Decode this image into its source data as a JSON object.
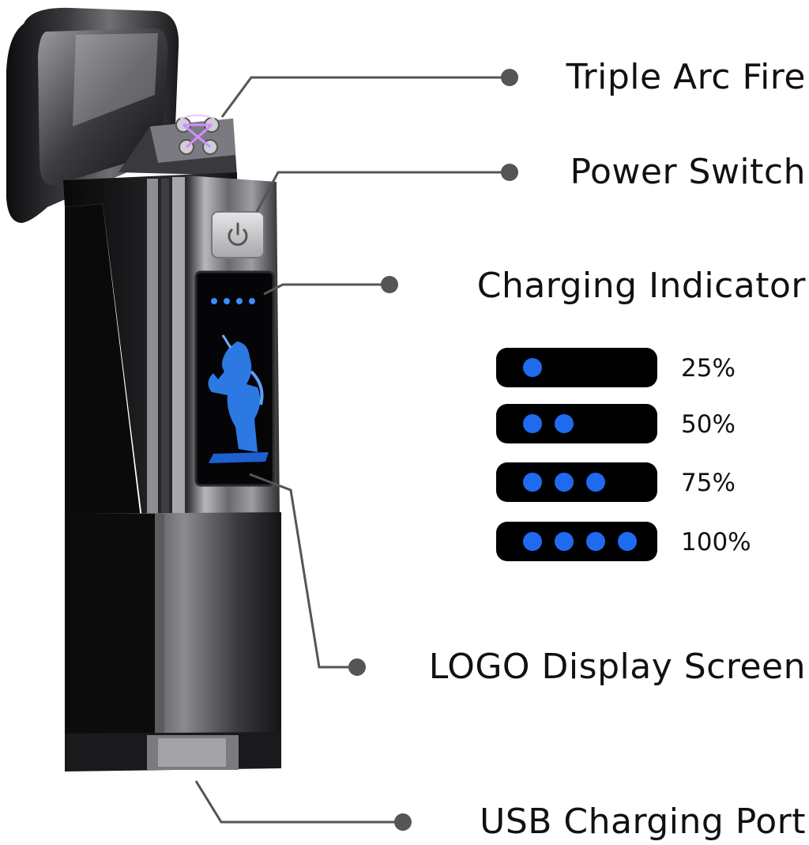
{
  "callouts": {
    "triple_arc": "Triple Arc Fire",
    "power_switch": "Power Switch",
    "charging_indicator": "Charging Indicator",
    "logo_screen": "LOGO Display Screen",
    "usb_port": "USB Charging Port"
  },
  "charge_levels": [
    {
      "label": "25%",
      "dots": 1
    },
    {
      "label": "50%",
      "dots": 2
    },
    {
      "label": "75%",
      "dots": 3
    },
    {
      "label": "100%",
      "dots": 4
    }
  ],
  "colors": {
    "indicator_dot": "#1f6bf0",
    "callout_line": "#555555",
    "lighter_body": "#1c1c1e",
    "metal": "#8a8a8c"
  },
  "icons": {
    "power": "power-icon",
    "logo": "unicorn-logo"
  }
}
